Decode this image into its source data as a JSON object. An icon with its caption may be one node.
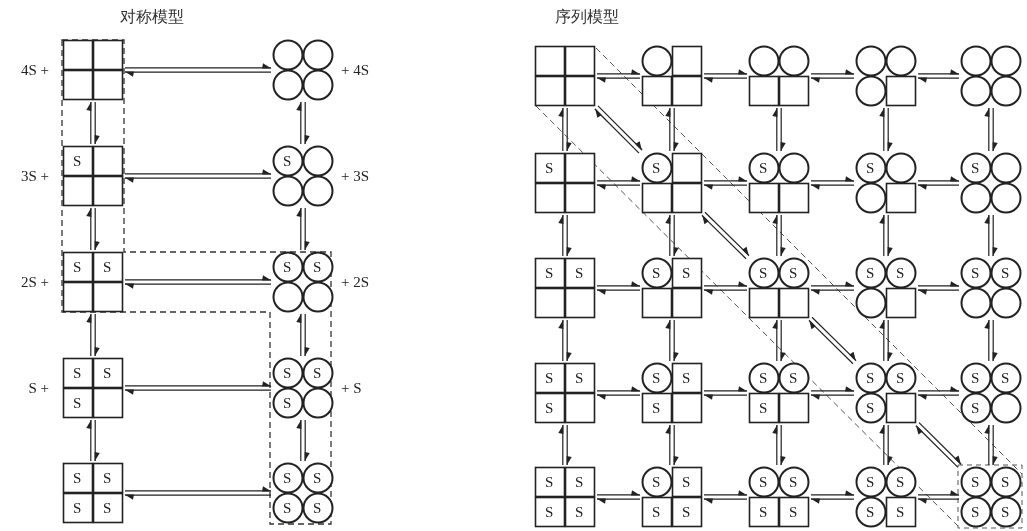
{
  "diagram": {
    "nodes": [
      {
        "text": [],
        "shape": "box",
        "beside": [
          "4S +"
        ]
      },
      {
        "text": [],
        "shape": "circle",
        "beside": [
          "+ 4S"
        ]
      },
      {
        "text": [
          "S"
        ],
        "beside": [
          "3S +"
        ]
      },
      {
        "text": [
          "S"
        ],
        "beside": [
          "+ 3S"
        ]
      },
      {
        "text": [
          "S",
          "S"
        ],
        "beside": [
          "2S +"
        ]
      },
      {
        "text": [
          "S",
          "S"
        ],
        "beside": [
          "+ 2S"
        ]
      },
      {
        "text": [
          "S",
          "S",
          "S"
        ],
        "beside": [
          "S +"
        ]
      },
      {
        "text": [
          "S",
          "S",
          "S"
        ],
        "beside": [
          "+ S"
        ]
      },
      {
        "text": [
          "S",
          "S",
          "S",
          "S"
        ]
      },
      {
        "text": [
          "S",
          "S",
          "S",
          "S"
        ]
      },
      {
        "text": [],
        "shape": "box"
      },
      {
        "text": [],
        "shape": "circle"
      },
      {
        "text": [],
        "shape": "circle"
      },
      {
        "text": [],
        "shape": "circle"
      },
      {
        "text": [],
        "shape": "circle"
      },
      {
        "text": [
          "S"
        ]
      },
      {
        "text": [
          "S"
        ]
      },
      {
        "text": [
          "S"
        ]
      },
      {
        "text": [
          "S"
        ]
      },
      {
        "text": [
          "S"
        ]
      },
      {
        "text": [
          "S",
          "S"
        ]
      },
      {
        "text": [
          "S",
          "S"
        ]
      },
      {
        "text": [
          "S",
          "S"
        ]
      },
      {
        "text": [
          "S",
          "S"
        ]
      },
      {
        "text": [
          "S",
          "S"
        ]
      },
      {
        "text": [
          "S",
          "S",
          "S"
        ]
      },
      {
        "text": [
          "S",
          "S",
          "S"
        ]
      },
      {
        "text": [
          "S",
          "S",
          "S"
        ]
      },
      {
        "text": [
          "S",
          "S",
          "S"
        ]
      },
      {
        "text": [
          "S",
          "S",
          "S"
        ]
      },
      {
        "text": [
          "S",
          "S",
          "S",
          "S"
        ]
      },
      {
        "text": [
          "S",
          "S",
          "S",
          "S"
        ]
      },
      {
        "text": [
          "S",
          "S",
          "S",
          "S"
        ]
      },
      {
        "text": [
          "S",
          "S",
          "S",
          "S"
        ]
      },
      {
        "text": [
          "S",
          "S",
          "S",
          "S"
        ]
      }
    ],
    "edges": [
      {
        "from": 0,
        "to": 1,
        "arrow": "both"
      },
      {
        "from": 2,
        "to": 3,
        "arrow": "both"
      },
      {
        "from": 4,
        "to": 5,
        "arrow": "both"
      },
      {
        "from": 6,
        "to": 7,
        "arrow": "both"
      },
      {
        "from": 8,
        "to": 9,
        "arrow": "both"
      },
      {
        "from": 0,
        "to": 2,
        "arrow": "both"
      },
      {
        "from": 2,
        "to": 4,
        "arrow": "both"
      },
      {
        "from": 4,
        "to": 6,
        "arrow": "both"
      },
      {
        "from": 6,
        "to": 8,
        "arrow": "both"
      },
      {
        "from": 1,
        "to": 3,
        "arrow": "both"
      },
      {
        "from": 3,
        "to": 5,
        "arrow": "both"
      },
      {
        "from": 5,
        "to": 7,
        "arrow": "both"
      },
      {
        "from": 7,
        "to": 9,
        "arrow": "both"
      },
      {
        "from": 10,
        "to": 11,
        "arrow": "both"
      },
      {
        "from": 11,
        "to": 12,
        "arrow": "both"
      },
      {
        "from": 12,
        "to": 13,
        "arrow": "both"
      },
      {
        "from": 13,
        "to": 14,
        "arrow": "both"
      },
      {
        "from": 15,
        "to": 16,
        "arrow": "both"
      },
      {
        "from": 16,
        "to": 17,
        "arrow": "both"
      },
      {
        "from": 17,
        "to": 18,
        "arrow": "both"
      },
      {
        "from": 18,
        "to": 19,
        "arrow": "both"
      },
      {
        "from": 20,
        "to": 21,
        "arrow": "both"
      },
      {
        "from": 21,
        "to": 22,
        "arrow": "both"
      },
      {
        "from": 22,
        "to": 23,
        "arrow": "both"
      },
      {
        "from": 23,
        "to": 24,
        "arrow": "both"
      },
      {
        "from": 25,
        "to": 26,
        "arrow": "both"
      },
      {
        "from": 26,
        "to": 27,
        "arrow": "both"
      },
      {
        "from": 27,
        "to": 28,
        "arrow": "both"
      },
      {
        "from": 28,
        "to": 29,
        "arrow": "both"
      },
      {
        "from": 30,
        "to": 31,
        "arrow": "both"
      },
      {
        "from": 31,
        "to": 32,
        "arrow": "both"
      },
      {
        "from": 32,
        "to": 33,
        "arrow": "both"
      },
      {
        "from": 33,
        "to": 34,
        "arrow": "both"
      },
      {
        "from": 10,
        "to": 15,
        "arrow": "both"
      },
      {
        "from": 11,
        "to": 16,
        "arrow": "both"
      },
      {
        "from": 12,
        "to": 17,
        "arrow": "both"
      },
      {
        "from": 13,
        "to": 18,
        "arrow": "both"
      },
      {
        "from": 14,
        "to": 19,
        "arrow": "both"
      },
      {
        "from": 15,
        "to": 20,
        "arrow": "both"
      },
      {
        "from": 16,
        "to": 21,
        "arrow": "both"
      },
      {
        "from": 17,
        "to": 22,
        "arrow": "both"
      },
      {
        "from": 18,
        "to": 23,
        "arrow": "both"
      },
      {
        "from": 19,
        "to": 24,
        "arrow": "both"
      },
      {
        "from": 20,
        "to": 25,
        "arrow": "both"
      },
      {
        "from": 21,
        "to": 26,
        "arrow": "both"
      },
      {
        "from": 22,
        "to": 27,
        "arrow": "both"
      },
      {
        "from": 23,
        "to": 28,
        "arrow": "both"
      },
      {
        "from": 24,
        "to": 29,
        "arrow": "both"
      },
      {
        "from": 25,
        "to": 30,
        "arrow": "both"
      },
      {
        "from": 26,
        "to": 31,
        "arrow": "both"
      },
      {
        "from": 27,
        "to": 32,
        "arrow": "both"
      },
      {
        "from": 28,
        "to": 33,
        "arrow": "both"
      },
      {
        "from": 29,
        "to": 34,
        "arrow": "both"
      },
      {
        "from": 10,
        "to": 16,
        "arrow": "both"
      },
      {
        "from": 16,
        "to": 22,
        "arrow": "both"
      },
      {
        "from": 22,
        "to": 28,
        "arrow": "both"
      },
      {
        "from": 28,
        "to": 34,
        "arrow": "both"
      }
    ],
    "labels": [
      "对称模型",
      "序列模型"
    ]
  }
}
